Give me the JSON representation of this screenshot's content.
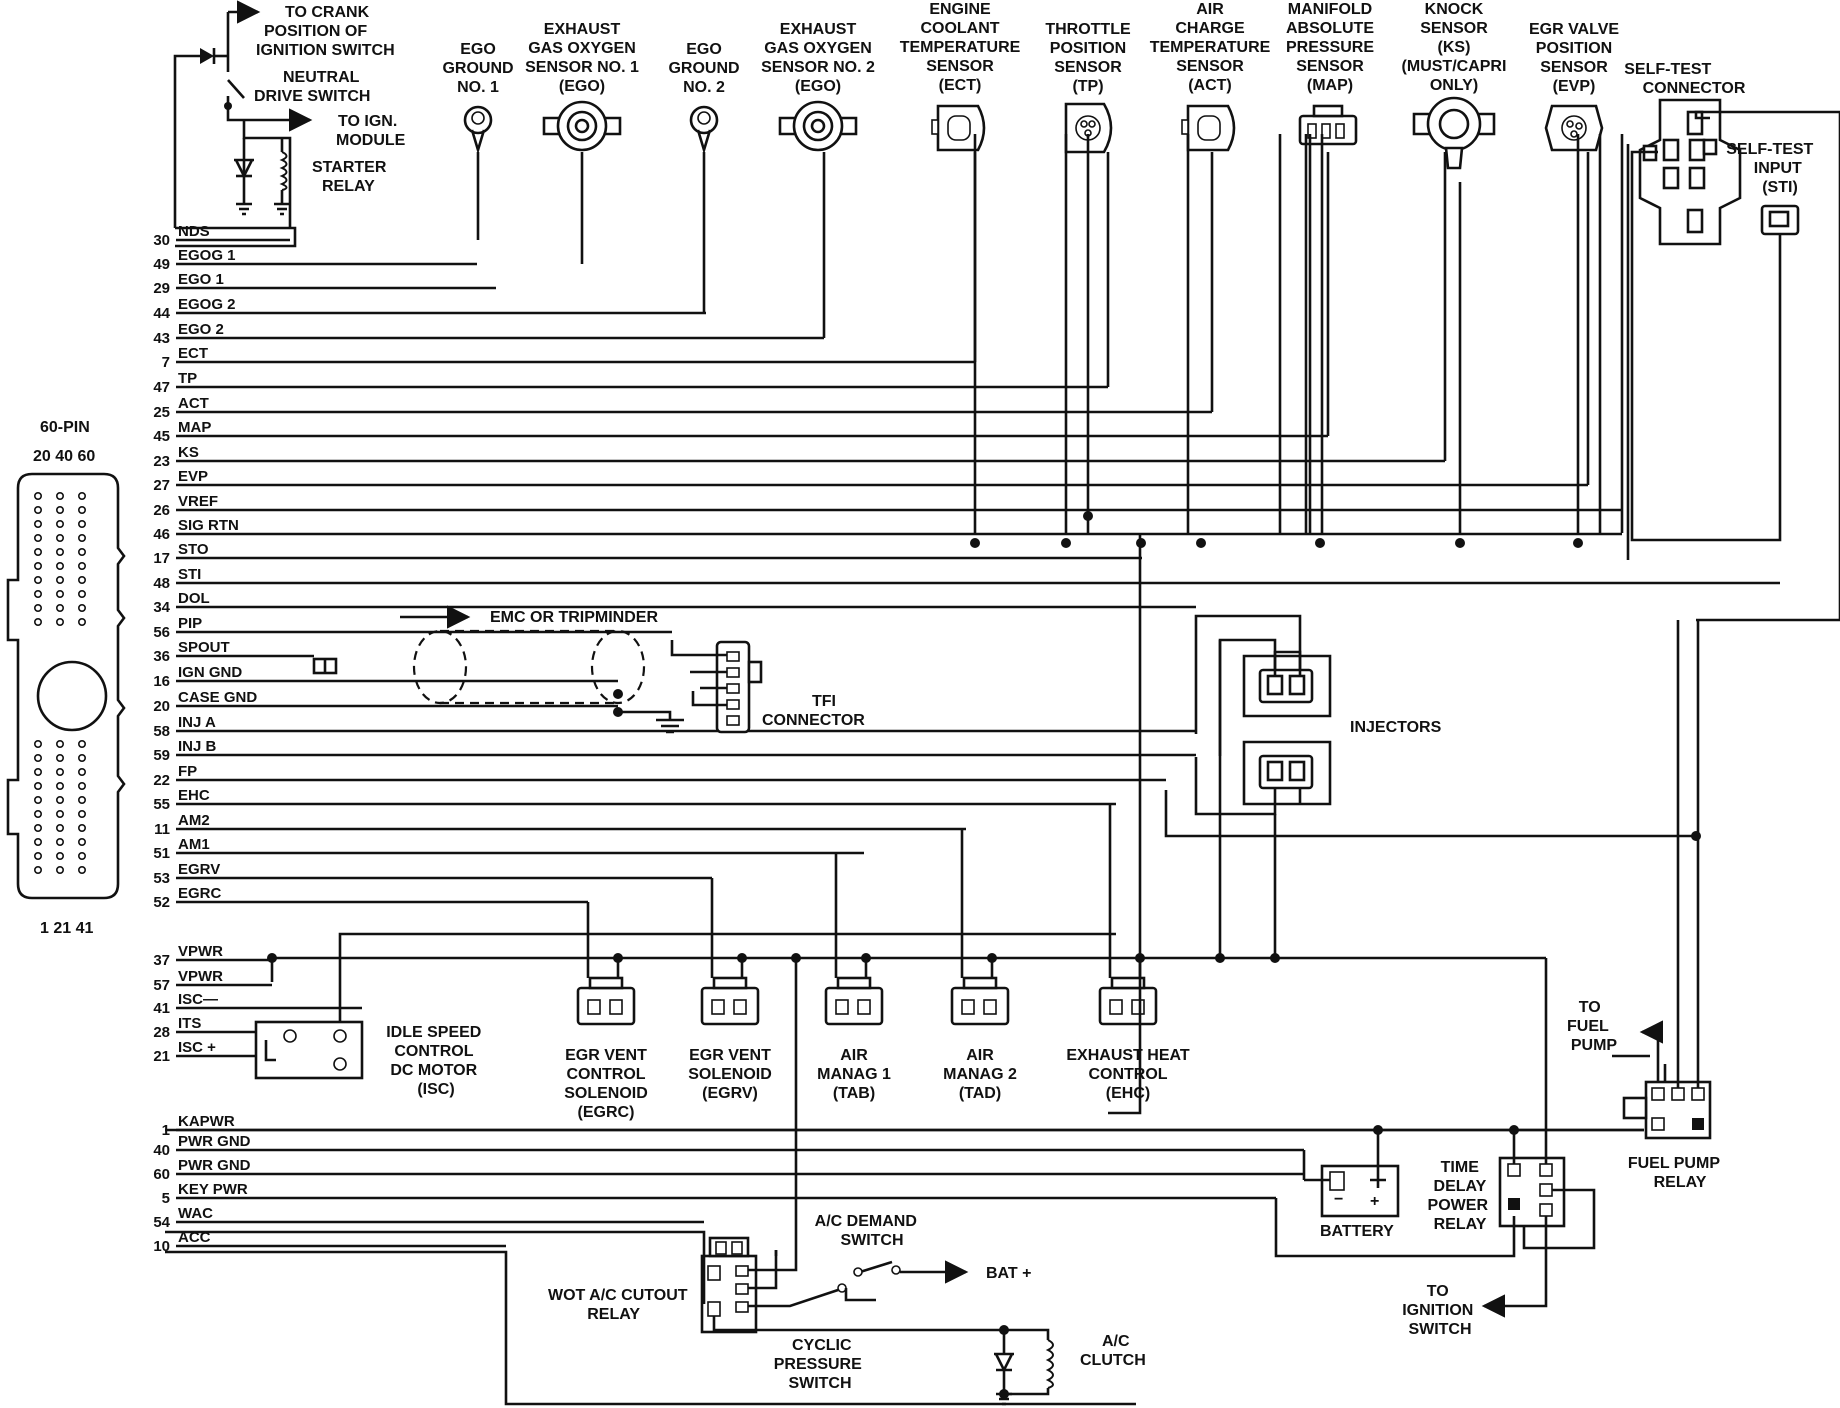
{
  "colors": {
    "line": "#111111",
    "background": "#ffffff"
  },
  "connector": {
    "title": "60-PIN",
    "top_pins": "20 40 60",
    "bottom_pins": "1 21 41"
  },
  "header_labels": {
    "crank": [
      "TO CRANK",
      "POSITION OF",
      "IGNITION SWITCH"
    ],
    "nds": [
      "NEUTRAL",
      "DRIVE SWITCH"
    ],
    "ign_module": [
      "TO IGN.",
      "MODULE"
    ],
    "starter_relay": [
      "STARTER",
      "RELAY"
    ]
  },
  "sensors": [
    {
      "key": "ego-ground-1",
      "lines": [
        "EGO",
        "GROUND",
        "NO. 1"
      ]
    },
    {
      "key": "ego-sensor-1",
      "lines": [
        "EXHAUST",
        "GAS OXYGEN",
        "SENSOR NO. 1",
        "(EGO)"
      ]
    },
    {
      "key": "ego-ground-2",
      "lines": [
        "EGO",
        "GROUND",
        "NO. 2"
      ]
    },
    {
      "key": "ego-sensor-2",
      "lines": [
        "EXHAUST",
        "GAS OXYGEN",
        "SENSOR NO. 2",
        "(EGO)"
      ]
    },
    {
      "key": "ect-sensor",
      "lines": [
        "ENGINE",
        "COOLANT",
        "TEMPERATURE",
        "SENSOR",
        "(ECT)"
      ]
    },
    {
      "key": "tp-sensor",
      "lines": [
        "THROTTLE",
        "POSITION",
        "SENSOR",
        "(TP)"
      ]
    },
    {
      "key": "act-sensor",
      "lines": [
        "AIR",
        "CHARGE",
        "TEMPERATURE",
        "SENSOR",
        "(ACT)"
      ]
    },
    {
      "key": "map-sensor",
      "lines": [
        "MANIFOLD",
        "ABSOLUTE",
        "PRESSURE",
        "SENSOR",
        "(MAP)"
      ]
    },
    {
      "key": "knock-sensor",
      "lines": [
        "KNOCK",
        "SENSOR",
        "(KS)",
        "(MUST/CAPRI",
        "ONLY)"
      ]
    },
    {
      "key": "evp-sensor",
      "lines": [
        "EGR VALVE",
        "POSITION",
        "SENSOR",
        "(EVP)"
      ]
    }
  ],
  "self_test": {
    "connector": [
      "SELF-TEST",
      "CONNECTOR"
    ],
    "input": [
      "SELF-TEST",
      "INPUT",
      "(STI)"
    ]
  },
  "circuits": [
    {
      "pin": "30",
      "name": "NDS"
    },
    {
      "pin": "49",
      "name": "EGOG 1"
    },
    {
      "pin": "29",
      "name": "EGO 1"
    },
    {
      "pin": "44",
      "name": "EGOG 2"
    },
    {
      "pin": "43",
      "name": "EGO 2"
    },
    {
      "pin": "7",
      "name": "ECT"
    },
    {
      "pin": "47",
      "name": "TP"
    },
    {
      "pin": "25",
      "name": "ACT"
    },
    {
      "pin": "45",
      "name": "MAP"
    },
    {
      "pin": "23",
      "name": "KS"
    },
    {
      "pin": "27",
      "name": "EVP"
    },
    {
      "pin": "26",
      "name": "VREF"
    },
    {
      "pin": "46",
      "name": "SIG RTN"
    },
    {
      "pin": "17",
      "name": "STO"
    },
    {
      "pin": "48",
      "name": "STI"
    },
    {
      "pin": "34",
      "name": "DOL"
    },
    {
      "pin": "56",
      "name": "PIP"
    },
    {
      "pin": "36",
      "name": "SPOUT"
    },
    {
      "pin": "16",
      "name": "IGN GND"
    },
    {
      "pin": "20",
      "name": "CASE GND"
    },
    {
      "pin": "58",
      "name": "INJ A"
    },
    {
      "pin": "59",
      "name": "INJ B"
    },
    {
      "pin": "22",
      "name": "FP"
    },
    {
      "pin": "55",
      "name": "EHC"
    },
    {
      "pin": "11",
      "name": "AM2"
    },
    {
      "pin": "51",
      "name": "AM1"
    },
    {
      "pin": "53",
      "name": "EGRV"
    },
    {
      "pin": "52",
      "name": "EGRC"
    },
    {
      "pin": "37",
      "name": "VPWR"
    },
    {
      "pin": "57",
      "name": "VPWR"
    },
    {
      "pin": "41",
      "name": "ISC—"
    },
    {
      "pin": "28",
      "name": "ITS"
    },
    {
      "pin": "21",
      "name": "ISC +"
    },
    {
      "pin": "1",
      "name": "KAPWR"
    },
    {
      "pin": "40",
      "name": "PWR GND"
    },
    {
      "pin": "60",
      "name": "PWR GND"
    },
    {
      "pin": "5",
      "name": "KEY PWR"
    },
    {
      "pin": "54",
      "name": "WAC"
    },
    {
      "pin": "10",
      "name": "ACC"
    }
  ],
  "labels": {
    "emc": "EMC OR TRIPMINDER",
    "tfi": [
      "TFI",
      "CONNECTOR"
    ],
    "injectors": "INJECTORS",
    "isc": [
      "IDLE SPEED",
      "CONTROL",
      "DC MOTOR",
      "(ISC)"
    ],
    "egrc": [
      "EGR VENT",
      "CONTROL",
      "SOLENOID",
      "(EGRC)"
    ],
    "egrv": [
      "EGR VENT",
      "SOLENOID",
      "(EGRV)"
    ],
    "tab": [
      "AIR",
      "MANAG 1",
      "(TAB)"
    ],
    "tad": [
      "AIR",
      "MANAG 2",
      "(TAD)"
    ],
    "ehc": [
      "EXHAUST HEAT",
      "CONTROL",
      "(EHC)"
    ],
    "to_fuel_pump": [
      "TO",
      "FUEL",
      "PUMP"
    ],
    "fuel_pump_relay": [
      "FUEL PUMP",
      "RELAY"
    ],
    "battery": "BATTERY",
    "time_delay": [
      "TIME",
      "DELAY",
      "POWER",
      "RELAY"
    ],
    "to_ignition": [
      "TO",
      "IGNITION",
      "SWITCH"
    ],
    "ac_demand": [
      "A/C DEMAND",
      "SWITCH"
    ],
    "bat_plus": "BAT +",
    "wot": [
      "WOT A/C CUTOUT",
      "RELAY"
    ],
    "cyclic": [
      "CYCLIC",
      "PRESSURE",
      "SWITCH"
    ],
    "ac_clutch": [
      "A/C",
      "CLUTCH"
    ]
  }
}
